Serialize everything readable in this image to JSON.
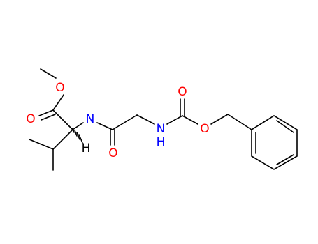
{
  "structure": {
    "atoms": [
      {
        "id": "O_methoxy",
        "symbol": "O",
        "color": "#ff0000"
      },
      {
        "id": "O_ester_carbonyl",
        "symbol": "O",
        "color": "#ff0000"
      },
      {
        "id": "N_valine",
        "symbol": "N",
        "color": "#0000ff"
      },
      {
        "id": "H_stereo",
        "symbol": "H",
        "color": "#000000"
      },
      {
        "id": "O_amide",
        "symbol": "O",
        "color": "#ff0000"
      },
      {
        "id": "N_carbamate",
        "symbol": "N",
        "color": "#0000ff"
      },
      {
        "id": "H_carbamate",
        "symbol": "H",
        "color": "#0000ff"
      },
      {
        "id": "O_carbamate_carbonyl",
        "symbol": "O",
        "color": "#ff0000"
      },
      {
        "id": "O_benzyl",
        "symbol": "O",
        "color": "#ff0000"
      }
    ]
  }
}
